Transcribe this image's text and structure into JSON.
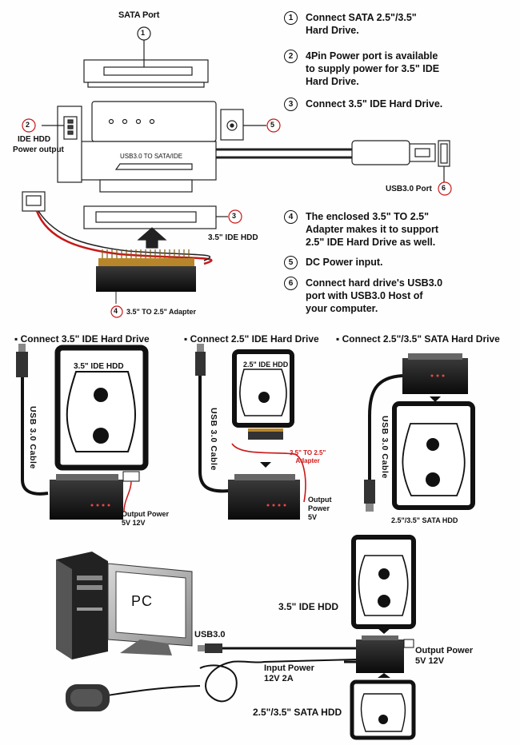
{
  "top": {
    "sata_port": "SATA Port",
    "ide_power_output": [
      "IDE HDD",
      "Power output"
    ],
    "usb30_port": "USB3.0 Port",
    "hdd35_ide": "3.5\" IDE HDD",
    "adapter_label": "3.5\" TO 2.5\" Adapter",
    "adapter_print": "USB3.0 TO SATA/IDE",
    "callouts": [
      "1",
      "2",
      "3",
      "4",
      "5",
      "6"
    ]
  },
  "steps": [
    {
      "num": "1",
      "text": "Connect SATA 2.5\"/3.5\"\nHard Drive."
    },
    {
      "num": "2",
      "text": "4Pin Power port is available\nto supply power for 3.5\" IDE\nHard Drive."
    },
    {
      "num": "3",
      "text": "Connect 3.5\" IDE Hard Drive."
    },
    {
      "num": "4",
      "text": "The enclosed 3.5\" TO 2.5\"\nAdapter makes it to support\n2.5\" IDE Hard Drive as well."
    },
    {
      "num": "5",
      "text": "DC Power input."
    },
    {
      "num": "6",
      "text": "Connect hard drive's USB3.0\nport with USB3.0 Host of\nyour computer."
    }
  ],
  "examples": [
    {
      "title": "Connect 3.5\" IDE Hard Drive",
      "hdd": "3.5\" IDE HDD",
      "cable": "USB 3.0  Cable",
      "output": [
        "Output Power",
        "5V 12V"
      ]
    },
    {
      "title": "Connect 2.5\" IDE Hard Drive",
      "hdd": "2.5\" IDE HDD",
      "cable": "USB 3.0  Cable",
      "adapter": [
        "3.5\" TO 2.5\"",
        "Adapter"
      ],
      "output": [
        "Output",
        "Power",
        "5V"
      ]
    },
    {
      "title": "Connect 2.5\"/3.5\" SATA Hard Drive",
      "hdd": "2.5\"/3.5\" SATA HDD",
      "cable": "USB 3.0  Cable"
    }
  ],
  "bottom": {
    "pc": "PC",
    "usb": "USB3.0",
    "hdd_ide": "3.5\" IDE HDD",
    "output": [
      "Output Power",
      "5V 12V"
    ],
    "input": [
      "Input Power",
      "12V 2A"
    ],
    "hdd_sata": "2.5\"/3.5\" SATA HDD"
  },
  "colors": {
    "ink": "#111111",
    "cable_red": "#c81818",
    "pin_gold": "#b8862a"
  }
}
